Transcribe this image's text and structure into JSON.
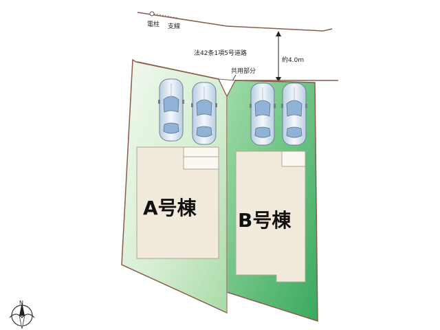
{
  "labels": {
    "pole": "電柱",
    "guy_wire": "支線",
    "road": "法42条1項5号道路",
    "road_width": "約4.0m",
    "shared_area": "共用部分",
    "building_a": "A号棟",
    "building_b": "B号棟"
  },
  "compass": {
    "north": "N"
  },
  "colors": {
    "lot_a_light": "#e9f6e7",
    "lot_a_mid": "#bfe3bd",
    "lot_b_light": "#8fd39a",
    "lot_b_dark": "#4ab56b",
    "boundary": "#8b5a4a",
    "building_fill": "#f2ebdd",
    "building_stroke": "#b0a68f",
    "car_body": "#dbe7f3"
  }
}
